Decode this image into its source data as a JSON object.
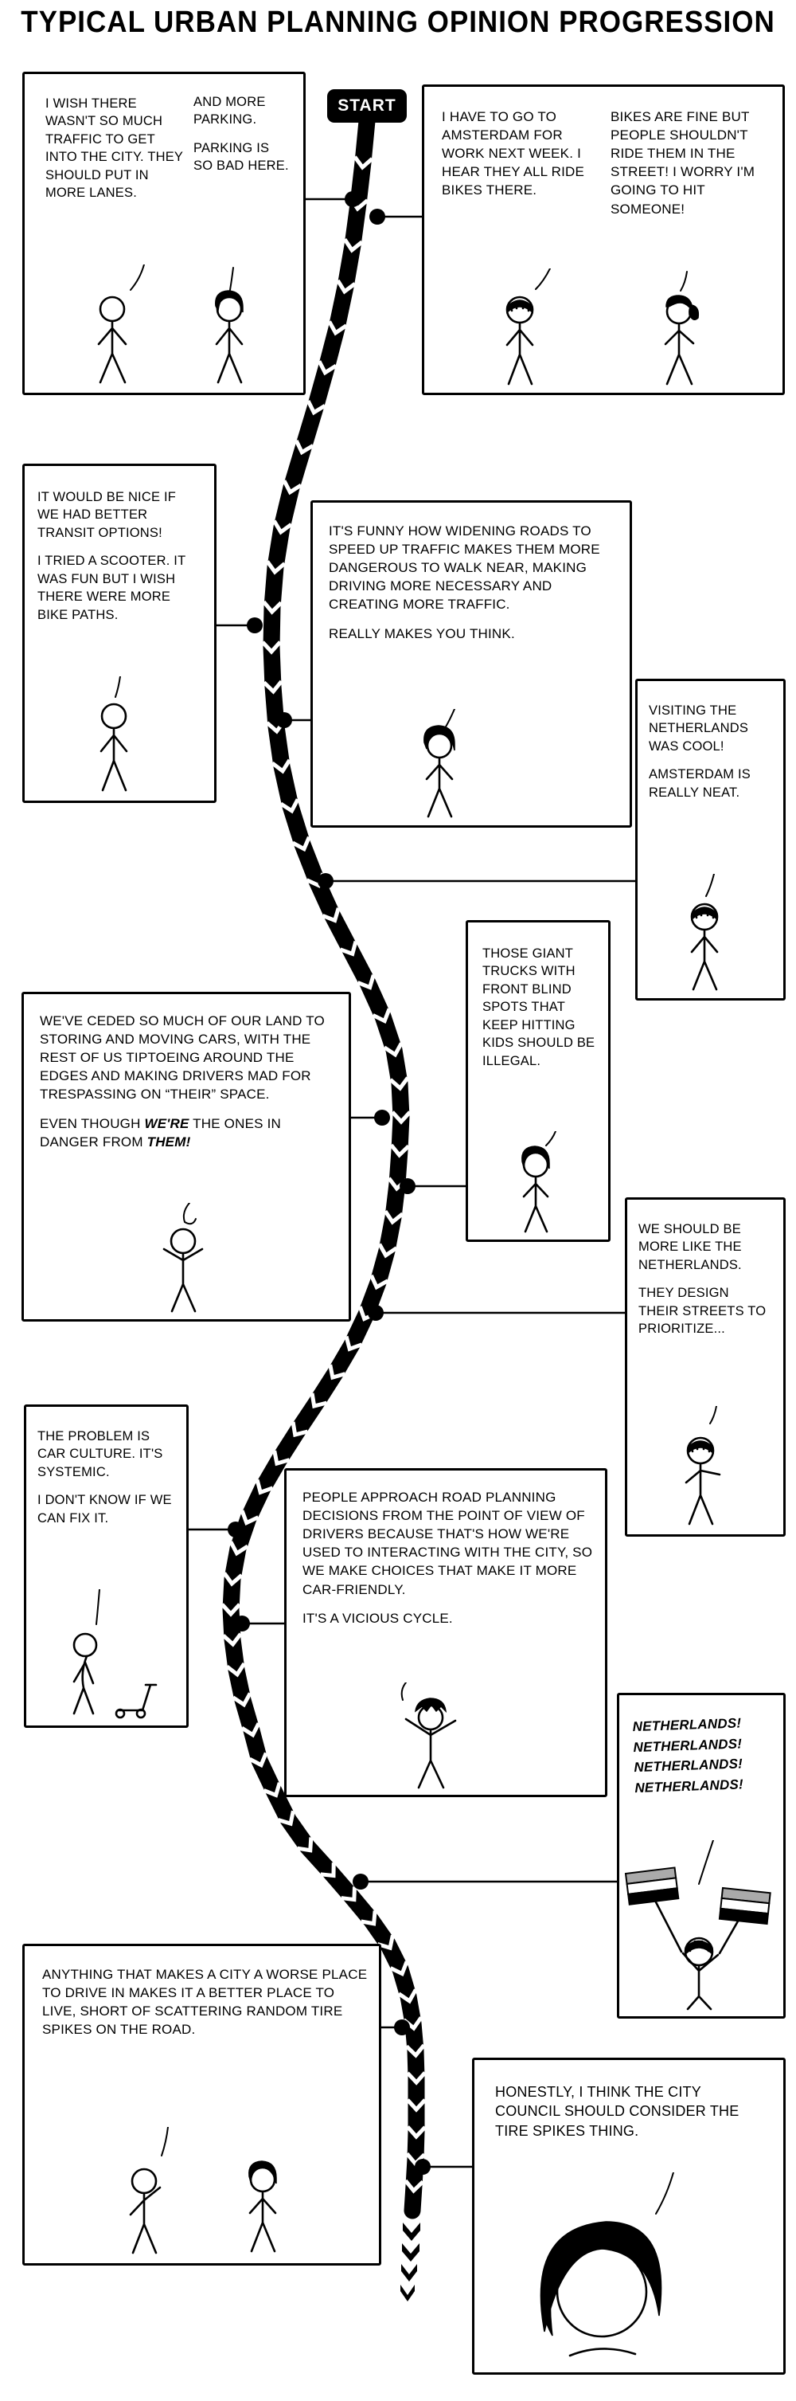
{
  "title": "TYPICAL URBAN PLANNING OPINION PROGRESSION",
  "start_label": "START",
  "colors": {
    "ink": "#000000",
    "paper": "#ffffff",
    "flag_gray": "#aaaaaa"
  },
  "path": {
    "direction": "downward",
    "style": "thick black chevron rope ending in dashes"
  },
  "panels": {
    "p1": {
      "figures": [
        "stick-figure",
        "bob-hair-figure"
      ],
      "speech_a": "I WISH THERE WASN'T SO MUCH TRAFFIC TO GET INTO THE CITY. THEY SHOULD PUT IN MORE LANES.",
      "speech_b1": "AND MORE PARKING.",
      "speech_b2": "PARKING IS SO BAD HERE."
    },
    "p2": {
      "figures": [
        "beanie-figure",
        "ponytail-figure"
      ],
      "speech_a": "I HAVE TO GO TO AMSTERDAM FOR WORK NEXT WEEK. I HEAR THEY ALL RIDE BIKES THERE.",
      "speech_b": "BIKES ARE FINE BUT PEOPLE SHOULDN'T RIDE THEM IN THE STREET! I WORRY I'M GOING TO HIT SOMEONE!"
    },
    "p3": {
      "figures": [
        "stick-figure"
      ],
      "speech_a": "IT WOULD BE NICE IF WE HAD BETTER TRANSIT OPTIONS!",
      "speech_b": "I TRIED A SCOOTER. IT WAS FUN BUT I WISH THERE WERE MORE BIKE PATHS."
    },
    "p4": {
      "figures": [
        "bob-hair-figure"
      ],
      "speech_a": "IT'S FUNNY HOW WIDENING ROADS TO SPEED UP TRAFFIC MAKES THEM MORE DANGEROUS TO WALK NEAR, MAKING DRIVING MORE NECESSARY AND CREATING MORE TRAFFIC.",
      "speech_b": "REALLY MAKES YOU THINK."
    },
    "p5": {
      "figures": [
        "beanie-figure"
      ],
      "speech_a": "VISITING THE NETHERLANDS WAS COOL!",
      "speech_b": "AMSTERDAM IS REALLY NEAT."
    },
    "p6": {
      "figures": [
        "bob-hair-figure"
      ],
      "speech_a": "THOSE GIANT TRUCKS WITH FRONT BLIND SPOTS THAT KEEP HITTING KIDS SHOULD BE ILLEGAL."
    },
    "p7": {
      "figures": [
        "stick-figure"
      ],
      "speech_a": "WE'VE CEDED SO MUCH OF OUR LAND TO STORING AND MOVING CARS, WITH THE REST OF US TIPTOEING AROUND THE EDGES AND MAKING DRIVERS MAD FOR TRESPASSING ON “THEIR” SPACE.",
      "speech_b_pre": "EVEN THOUGH ",
      "speech_b_em1": "WE'RE",
      "speech_b_mid": " THE ONES IN DANGER FROM ",
      "speech_b_em2": "THEM!"
    },
    "p8": {
      "figures": [
        "beanie-figure"
      ],
      "speech_a": "WE SHOULD BE MORE LIKE THE NETHERLANDS.",
      "speech_b": "THEY DESIGN THEIR STREETS TO PRIORITIZE..."
    },
    "p9": {
      "figures": [
        "slumped-figure",
        "scooter-icon"
      ],
      "speech_a": "THE PROBLEM IS CAR CULTURE. IT'S SYSTEMIC.",
      "speech_b": "I DON'T KNOW IF WE CAN FIX IT."
    },
    "p10": {
      "figures": [
        "messy-hair-figure"
      ],
      "speech_a": "PEOPLE APPROACH ROAD PLANNING DECISIONS FROM THE POINT OF VIEW OF DRIVERS BECAUSE THAT'S HOW WE'RE USED TO INTERACTING WITH THE CITY, SO WE MAKE CHOICES THAT MAKE IT MORE CAR-FRIENDLY.",
      "speech_b": "IT'S A VICIOUS CYCLE."
    },
    "p11": {
      "figures": [
        "beanie-figure",
        "netherlands-flag-icon",
        "netherlands-flag-icon"
      ],
      "n1": "NETHERLANDS!",
      "n2": "NETHERLANDS!",
      "n3": "NETHERLANDS!",
      "n4": "NETHERLANDS!"
    },
    "p12": {
      "figures": [
        "stick-figure",
        "bob-hair-figure"
      ],
      "speech_a": "ANYTHING THAT MAKES A CITY A WORSE PLACE TO DRIVE IN MAKES IT A BETTER PLACE TO LIVE, SHORT OF SCATTERING RANDOM TIRE SPIKES ON THE ROAD."
    },
    "p13": {
      "figures": [
        "long-hair-figure"
      ],
      "speech_a": "HONESTLY, I THINK THE CITY COUNCIL SHOULD CONSIDER THE TIRE SPIKES THING."
    }
  }
}
